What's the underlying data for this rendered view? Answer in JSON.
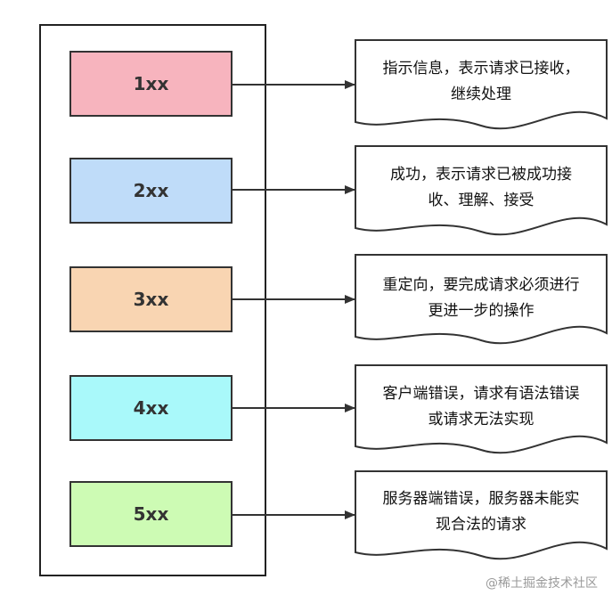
{
  "codes": [
    {
      "label": "1xx",
      "color": "#f7b4be",
      "line1": "指示信息，表示请求已接收，",
      "line2": "继续处理"
    },
    {
      "label": "2xx",
      "color": "#bfdcf9",
      "line1": "成功，表示请求已被成功接",
      "line2": "收、理解、接受"
    },
    {
      "label": "3xx",
      "color": "#f9d5b2",
      "line1": "重定向，要完成请求必须进行",
      "line2": "更进一步的操作"
    },
    {
      "label": "4xx",
      "color": "#a9f9fa",
      "line1": "客户端错误，请求有语法错误",
      "line2": "或请求无法实现"
    },
    {
      "label": "5xx",
      "color": "#cdfbb4",
      "line1": "服务器端错误，服务器未能实",
      "line2": "现合法的请求"
    }
  ],
  "watermark": "@稀土掘金技术社区"
}
